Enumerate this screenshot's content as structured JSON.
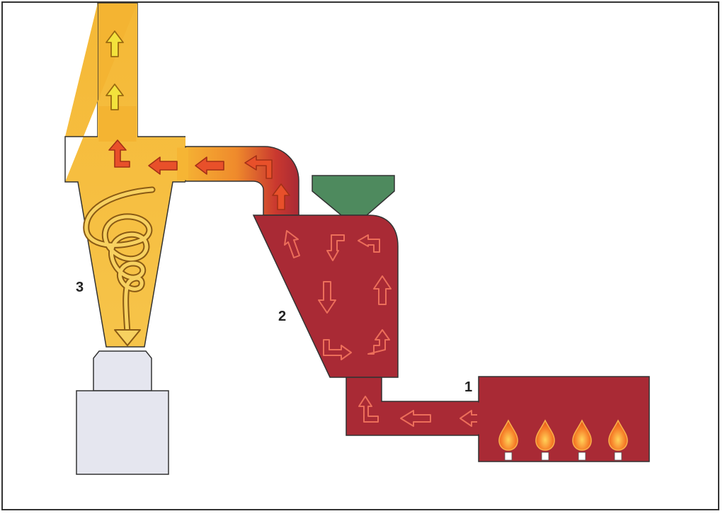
{
  "labels": {
    "heater": "1",
    "dryer": "2",
    "cyclone": "3"
  },
  "colors": {
    "frame": "#333333",
    "hot_chamber": "#a92a35",
    "chamber_stroke": "#7a1c24",
    "hot_gas": "#e8502a",
    "warm_gas": "#f5b133",
    "hopper": "#4e8a5e",
    "collector": "#e5e6ef",
    "flame": "#f06a1f",
    "arrow_on_red": "#e65a48",
    "arrow_on_yellow": "#f3e23c"
  },
  "icons": [
    "flame-icon",
    "arrow-up-icon",
    "arrow-left-icon",
    "arrow-down-icon",
    "arrow-turn-icon",
    "spiral-icon"
  ]
}
